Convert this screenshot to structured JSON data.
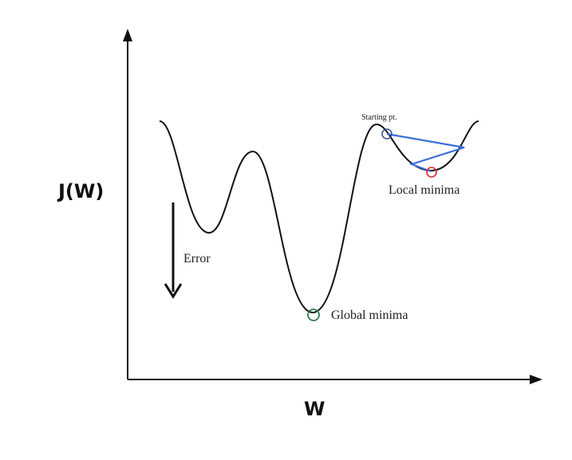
{
  "labels": {
    "y_axis": "J(W)",
    "x_axis": "W",
    "error": "Error",
    "starting_point": "Starting pt.",
    "local_minima": "Local minima",
    "global_minima": "Global minima"
  },
  "colors": {
    "curve": "#111111",
    "axes": "#111111",
    "descent_path": "#3a6fd8",
    "start_marker": "#2f4f8f",
    "local_marker": "#e0262a",
    "global_marker": "#2e7d4f"
  }
}
